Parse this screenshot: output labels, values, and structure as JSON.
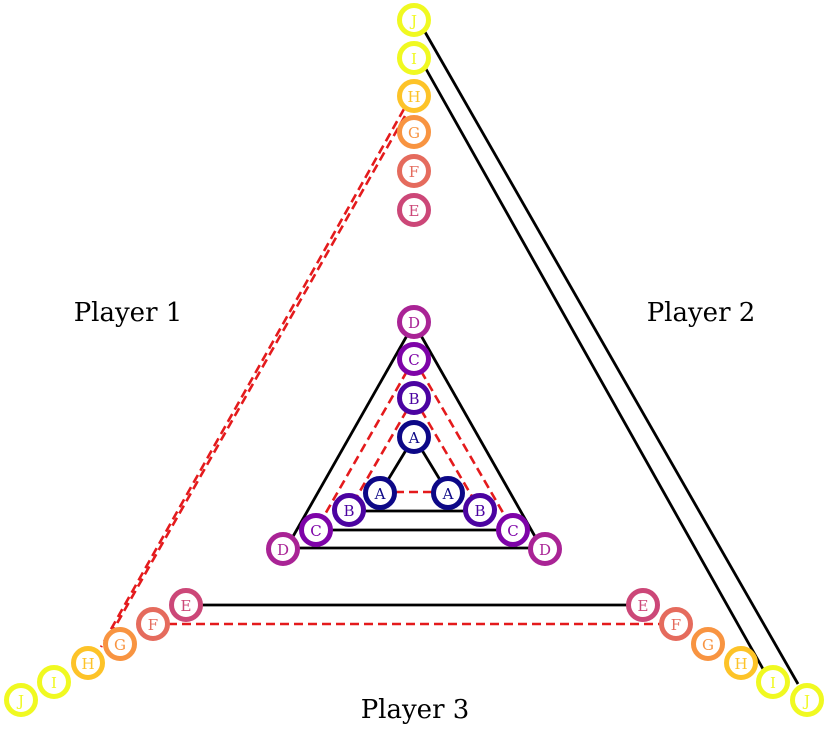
{
  "players": {
    "p1": "Player 1",
    "p2": "Player 2",
    "p3": "Player 3"
  },
  "node_colors": {
    "A": "#0d0887",
    "B": "#4b03a1",
    "C": "#7e03a8",
    "D": "#a92395",
    "E": "#cc4778",
    "F": "#e56b5d",
    "G": "#f89441",
    "H": "#fdc328",
    "I": "#f0f921",
    "J": "#f0f921"
  },
  "edge_colors": {
    "solid": "#000000",
    "dashed": "#e41a1c"
  },
  "labels": [
    "A",
    "B",
    "C",
    "D",
    "E",
    "F",
    "G",
    "H",
    "I",
    "J"
  ]
}
